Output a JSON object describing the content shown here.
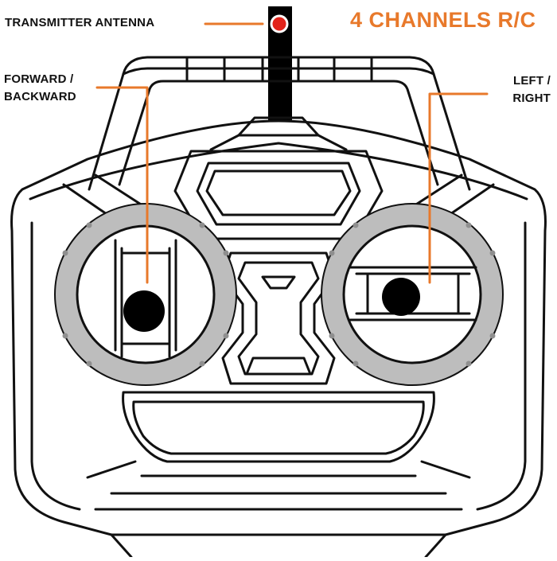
{
  "title": "4 CHANNELS R/C",
  "labels": {
    "antenna": "TRANSMITTER ANTENNA",
    "forward_backward_line1": "FORWARD /",
    "forward_backward_line2": "BACKWARD",
    "left_right_line1": "LEFT /",
    "left_right_line2": "RIGHT"
  },
  "colors": {
    "accent": "#E8792B",
    "outline": "#111111",
    "ring": "#BDBDBD",
    "ring_dot": "#8F8F8F",
    "antenna_tip": "#E2231A",
    "stick": "#000000",
    "background": "#FFFFFF"
  }
}
